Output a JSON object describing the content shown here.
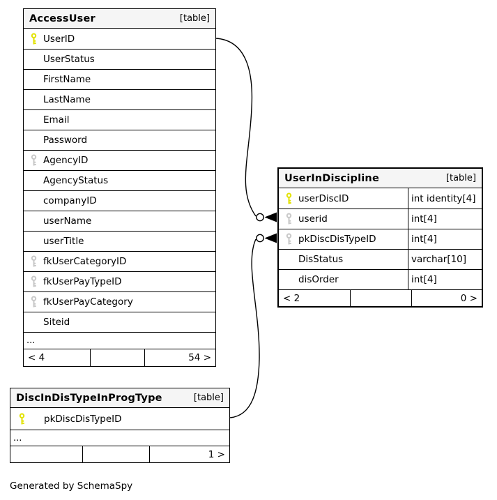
{
  "tables": [
    {
      "name": "AccessUser",
      "badge": "[table]",
      "columns": [
        {
          "name": "UserID",
          "key": "pk"
        },
        {
          "name": "UserStatus",
          "key": ""
        },
        {
          "name": "FirstName",
          "key": ""
        },
        {
          "name": "LastName",
          "key": ""
        },
        {
          "name": "Email",
          "key": ""
        },
        {
          "name": "Password",
          "key": ""
        },
        {
          "name": "AgencyID",
          "key": "fk"
        },
        {
          "name": "AgencyStatus",
          "key": ""
        },
        {
          "name": "companyID",
          "key": ""
        },
        {
          "name": "userName",
          "key": ""
        },
        {
          "name": "userTitle",
          "key": ""
        },
        {
          "name": "fkUserCategoryID",
          "key": "fk"
        },
        {
          "name": "fkUserPayTypeID",
          "key": "fk"
        },
        {
          "name": "fkUserPayCategory",
          "key": "fk"
        },
        {
          "name": "Siteid",
          "key": ""
        }
      ],
      "ellipsis": "...",
      "footer": {
        "left": "< 4",
        "mid": "",
        "right": "54 >"
      }
    },
    {
      "name": "UserInDiscipline",
      "badge": "[table]",
      "columns": [
        {
          "name": "userDiscID",
          "type": "int identity[4]",
          "key": "pk"
        },
        {
          "name": "userid",
          "type": "int[4]",
          "key": "fk"
        },
        {
          "name": "pkDiscDisTypeID",
          "type": "int[4]",
          "key": "fk"
        },
        {
          "name": "DisStatus",
          "type": "varchar[10]",
          "key": ""
        },
        {
          "name": "disOrder",
          "type": "int[4]",
          "key": ""
        }
      ],
      "footer": {
        "left": "< 2",
        "mid": "",
        "right": "0 >"
      }
    },
    {
      "name": "DiscInDisTypeInProgType",
      "badge": "[table]",
      "columns": [
        {
          "name": "pkDiscDisTypeID",
          "key": "pk"
        }
      ],
      "ellipsis": "...",
      "footer": {
        "left": "",
        "mid": "",
        "right": "1 >"
      }
    }
  ],
  "relationships": [
    {
      "from": "AccessUser.UserID",
      "to": "UserInDiscipline.userid"
    },
    {
      "from": "DiscInDisTypeInProgType.pkDiscDisTypeID",
      "to": "UserInDiscipline.pkDiscDisTypeID"
    }
  ],
  "footer_note": "Generated by SchemaSpy",
  "colors": {
    "pk_key": "#e2e200",
    "fk_key": "#c8c8c8",
    "header_bg": "#f5f5f5",
    "table_border": "#000000",
    "background": "#ffffff"
  }
}
